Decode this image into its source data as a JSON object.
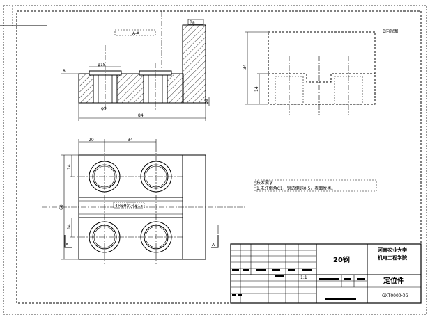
{
  "drawing": {
    "section_label": "A-A",
    "right_view_label": "B向视图",
    "tech_requirements_title": "技术要求",
    "tech_requirements_text": "1.未注倒角C1，锐边倒钝0.5，表面发黑。",
    "hatch_color": "#000000",
    "line_color": "#000000"
  },
  "title_block": {
    "material": "20钢",
    "university_line1": "河南农业大学",
    "university_line2": "机电工程学院",
    "part_name": "定位件",
    "drawing_number": "GXT0000-06",
    "scale_text": "1:1"
  }
}
